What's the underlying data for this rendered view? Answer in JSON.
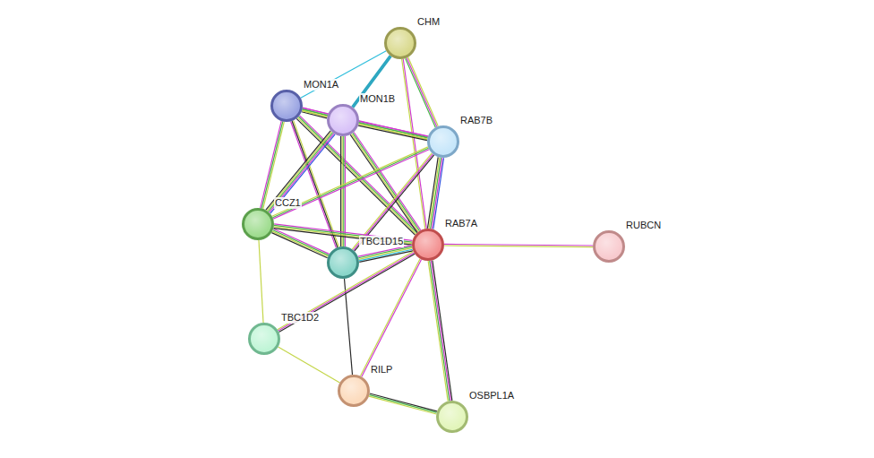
{
  "diagram": {
    "nodes": [
      {
        "text": [
          "CHM"
        ]
      },
      {
        "text": [
          "MON1A"
        ]
      },
      {
        "text": [
          "MON1B"
        ]
      },
      {
        "text": [
          "RAB7B"
        ]
      },
      {
        "text": [
          "CCZ1"
        ]
      },
      {
        "text": [
          "TBC1D15"
        ]
      },
      {
        "text": [
          "RAB7A"
        ]
      },
      {
        "text": [
          "RUBCN"
        ]
      },
      {
        "text": [
          "TBC1D2"
        ]
      },
      {
        "text": [
          "RILP"
        ]
      },
      {
        "text": [
          "OSBPL1A"
        ]
      }
    ],
    "edges": [
      {
        "from": 0,
        "to": 1,
        "arrow": "none"
      },
      {
        "from": 0,
        "to": 2,
        "arrow": "none"
      },
      {
        "from": 0,
        "to": 3,
        "arrow": "none"
      },
      {
        "from": 0,
        "to": 6,
        "arrow": "none"
      },
      {
        "from": 1,
        "to": 2,
        "arrow": "none"
      },
      {
        "from": 1,
        "to": 3,
        "arrow": "none"
      },
      {
        "from": 1,
        "to": 4,
        "arrow": "none"
      },
      {
        "from": 1,
        "to": 5,
        "arrow": "none"
      },
      {
        "from": 1,
        "to": 6,
        "arrow": "none"
      },
      {
        "from": 2,
        "to": 3,
        "arrow": "none"
      },
      {
        "from": 2,
        "to": 4,
        "arrow": "none"
      },
      {
        "from": 2,
        "to": 5,
        "arrow": "none"
      },
      {
        "from": 2,
        "to": 6,
        "arrow": "none"
      },
      {
        "from": 3,
        "to": 4,
        "arrow": "none"
      },
      {
        "from": 3,
        "to": 5,
        "arrow": "none"
      },
      {
        "from": 3,
        "to": 6,
        "arrow": "none"
      },
      {
        "from": 4,
        "to": 5,
        "arrow": "none"
      },
      {
        "from": 4,
        "to": 6,
        "arrow": "none"
      },
      {
        "from": 4,
        "to": 8,
        "arrow": "none"
      },
      {
        "from": 5,
        "to": 6,
        "arrow": "none"
      },
      {
        "from": 5,
        "to": 9,
        "arrow": "none"
      },
      {
        "from": 6,
        "to": 7,
        "arrow": "none"
      },
      {
        "from": 6,
        "to": 8,
        "arrow": "none"
      },
      {
        "from": 6,
        "to": 9,
        "arrow": "none"
      },
      {
        "from": 6,
        "to": 10,
        "arrow": "none"
      },
      {
        "from": 8,
        "to": 9,
        "arrow": "none"
      },
      {
        "from": 9,
        "to": 10,
        "arrow": "none"
      }
    ]
  }
}
